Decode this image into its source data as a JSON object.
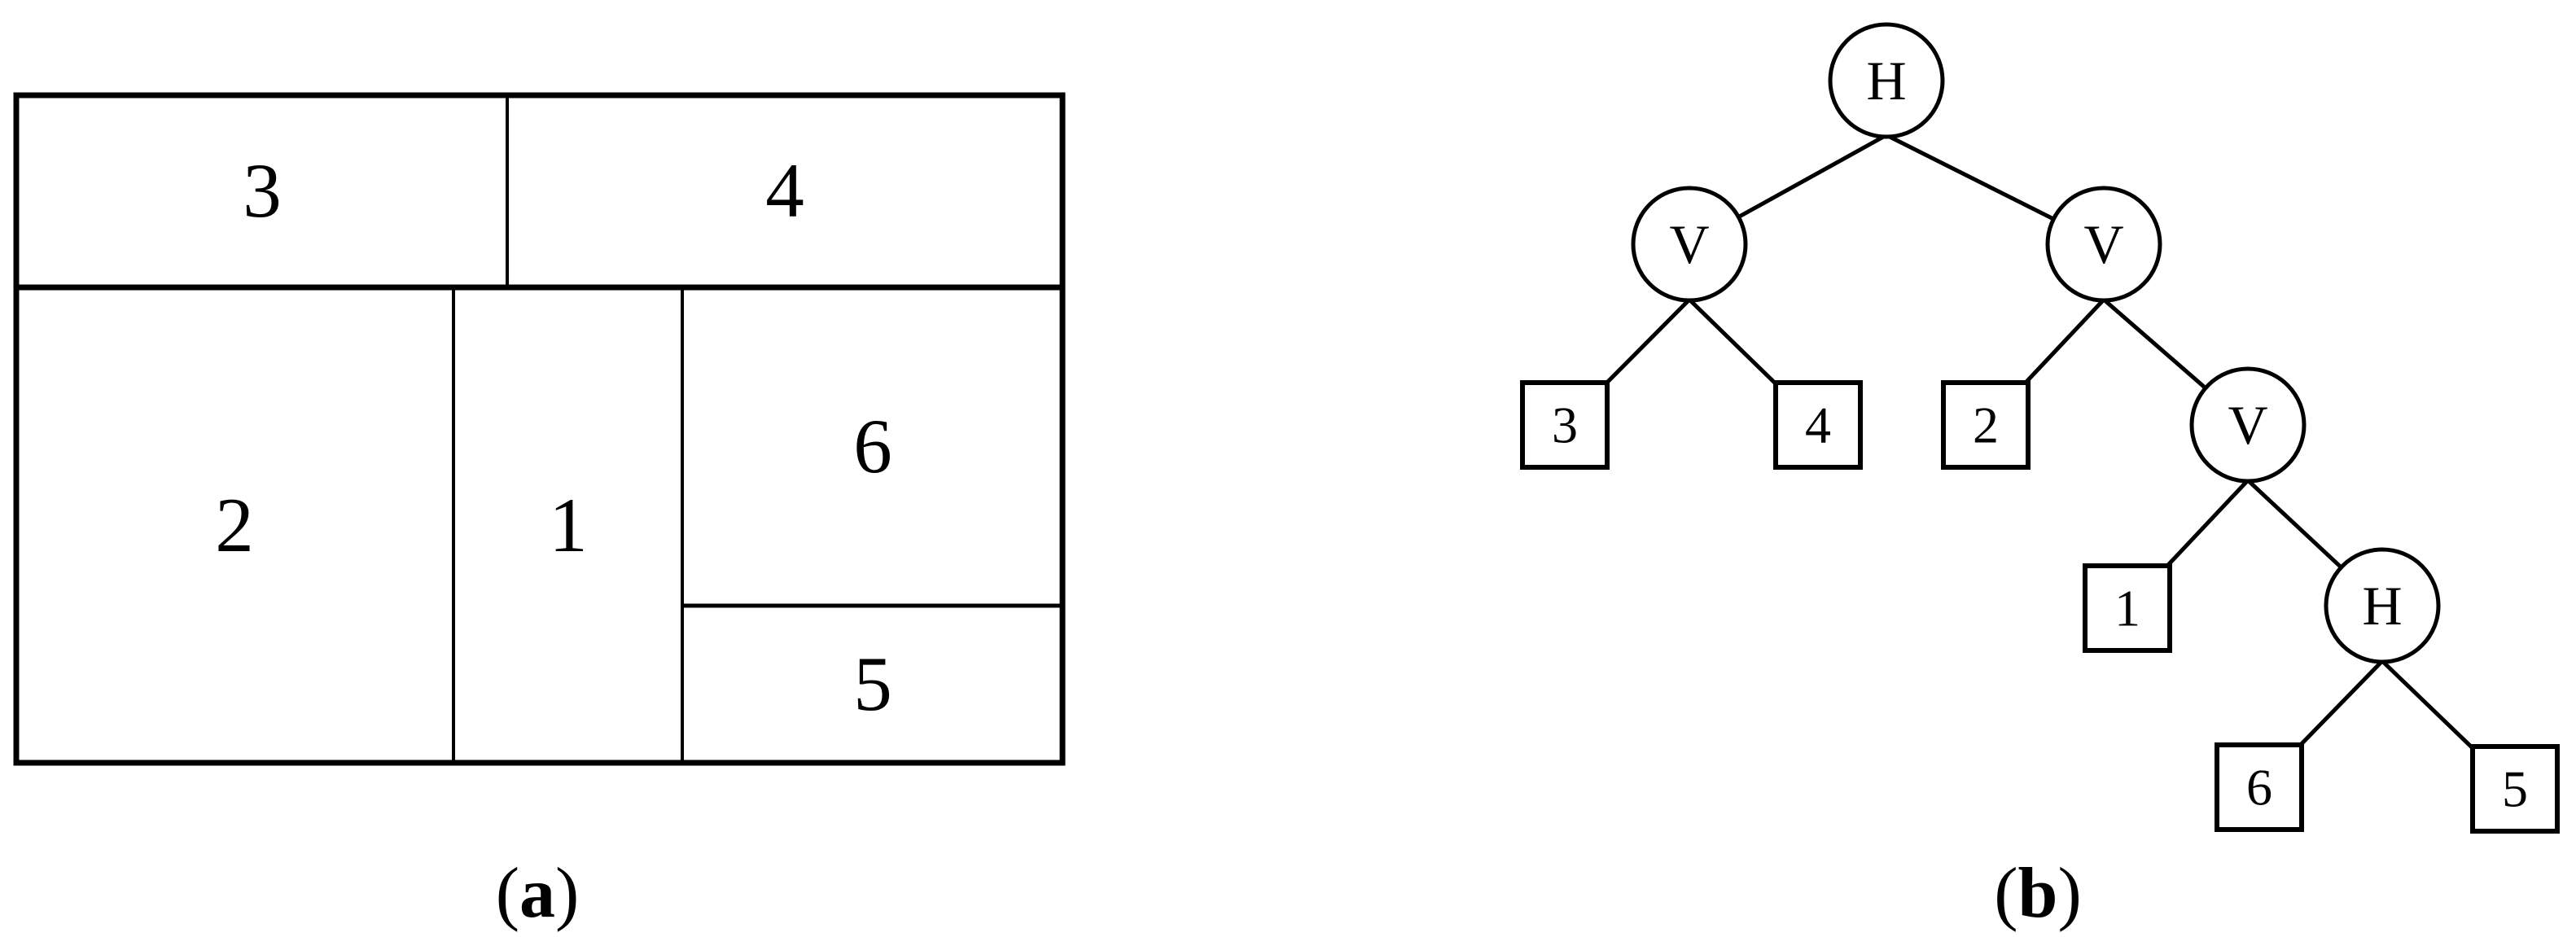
{
  "colors": {
    "stroke": "#000000",
    "background": "#ffffff"
  },
  "panel_a": {
    "caption_open": "(",
    "caption_letter": "a",
    "caption_close": ")",
    "cells": [
      {
        "id": "cell-3",
        "label": "3"
      },
      {
        "id": "cell-4",
        "label": "4"
      },
      {
        "id": "cell-2",
        "label": "2"
      },
      {
        "id": "cell-1",
        "label": "1"
      },
      {
        "id": "cell-6",
        "label": "6"
      },
      {
        "id": "cell-5",
        "label": "5"
      }
    ]
  },
  "panel_b": {
    "caption_open": "(",
    "caption_letter": "b",
    "caption_close": ")",
    "nodes": [
      {
        "id": "root",
        "label": "H",
        "kind": "cut-node"
      },
      {
        "id": "v-left",
        "label": "V",
        "kind": "cut-node"
      },
      {
        "id": "v-right",
        "label": "V",
        "kind": "cut-node"
      },
      {
        "id": "v-mid",
        "label": "V",
        "kind": "cut-node"
      },
      {
        "id": "h-low",
        "label": "H",
        "kind": "cut-node"
      },
      {
        "id": "leaf-3",
        "label": "3",
        "kind": "module-leaf"
      },
      {
        "id": "leaf-4",
        "label": "4",
        "kind": "module-leaf"
      },
      {
        "id": "leaf-2",
        "label": "2",
        "kind": "module-leaf"
      },
      {
        "id": "leaf-1",
        "label": "1",
        "kind": "module-leaf"
      },
      {
        "id": "leaf-6",
        "label": "6",
        "kind": "module-leaf"
      },
      {
        "id": "leaf-5",
        "label": "5",
        "kind": "module-leaf"
      }
    ],
    "edges": [
      [
        "root",
        "v-left"
      ],
      [
        "root",
        "v-right"
      ],
      [
        "v-left",
        "leaf-3"
      ],
      [
        "v-left",
        "leaf-4"
      ],
      [
        "v-right",
        "leaf-2"
      ],
      [
        "v-right",
        "v-mid"
      ],
      [
        "v-mid",
        "leaf-1"
      ],
      [
        "v-mid",
        "h-low"
      ],
      [
        "h-low",
        "leaf-6"
      ],
      [
        "h-low",
        "leaf-5"
      ]
    ]
  }
}
